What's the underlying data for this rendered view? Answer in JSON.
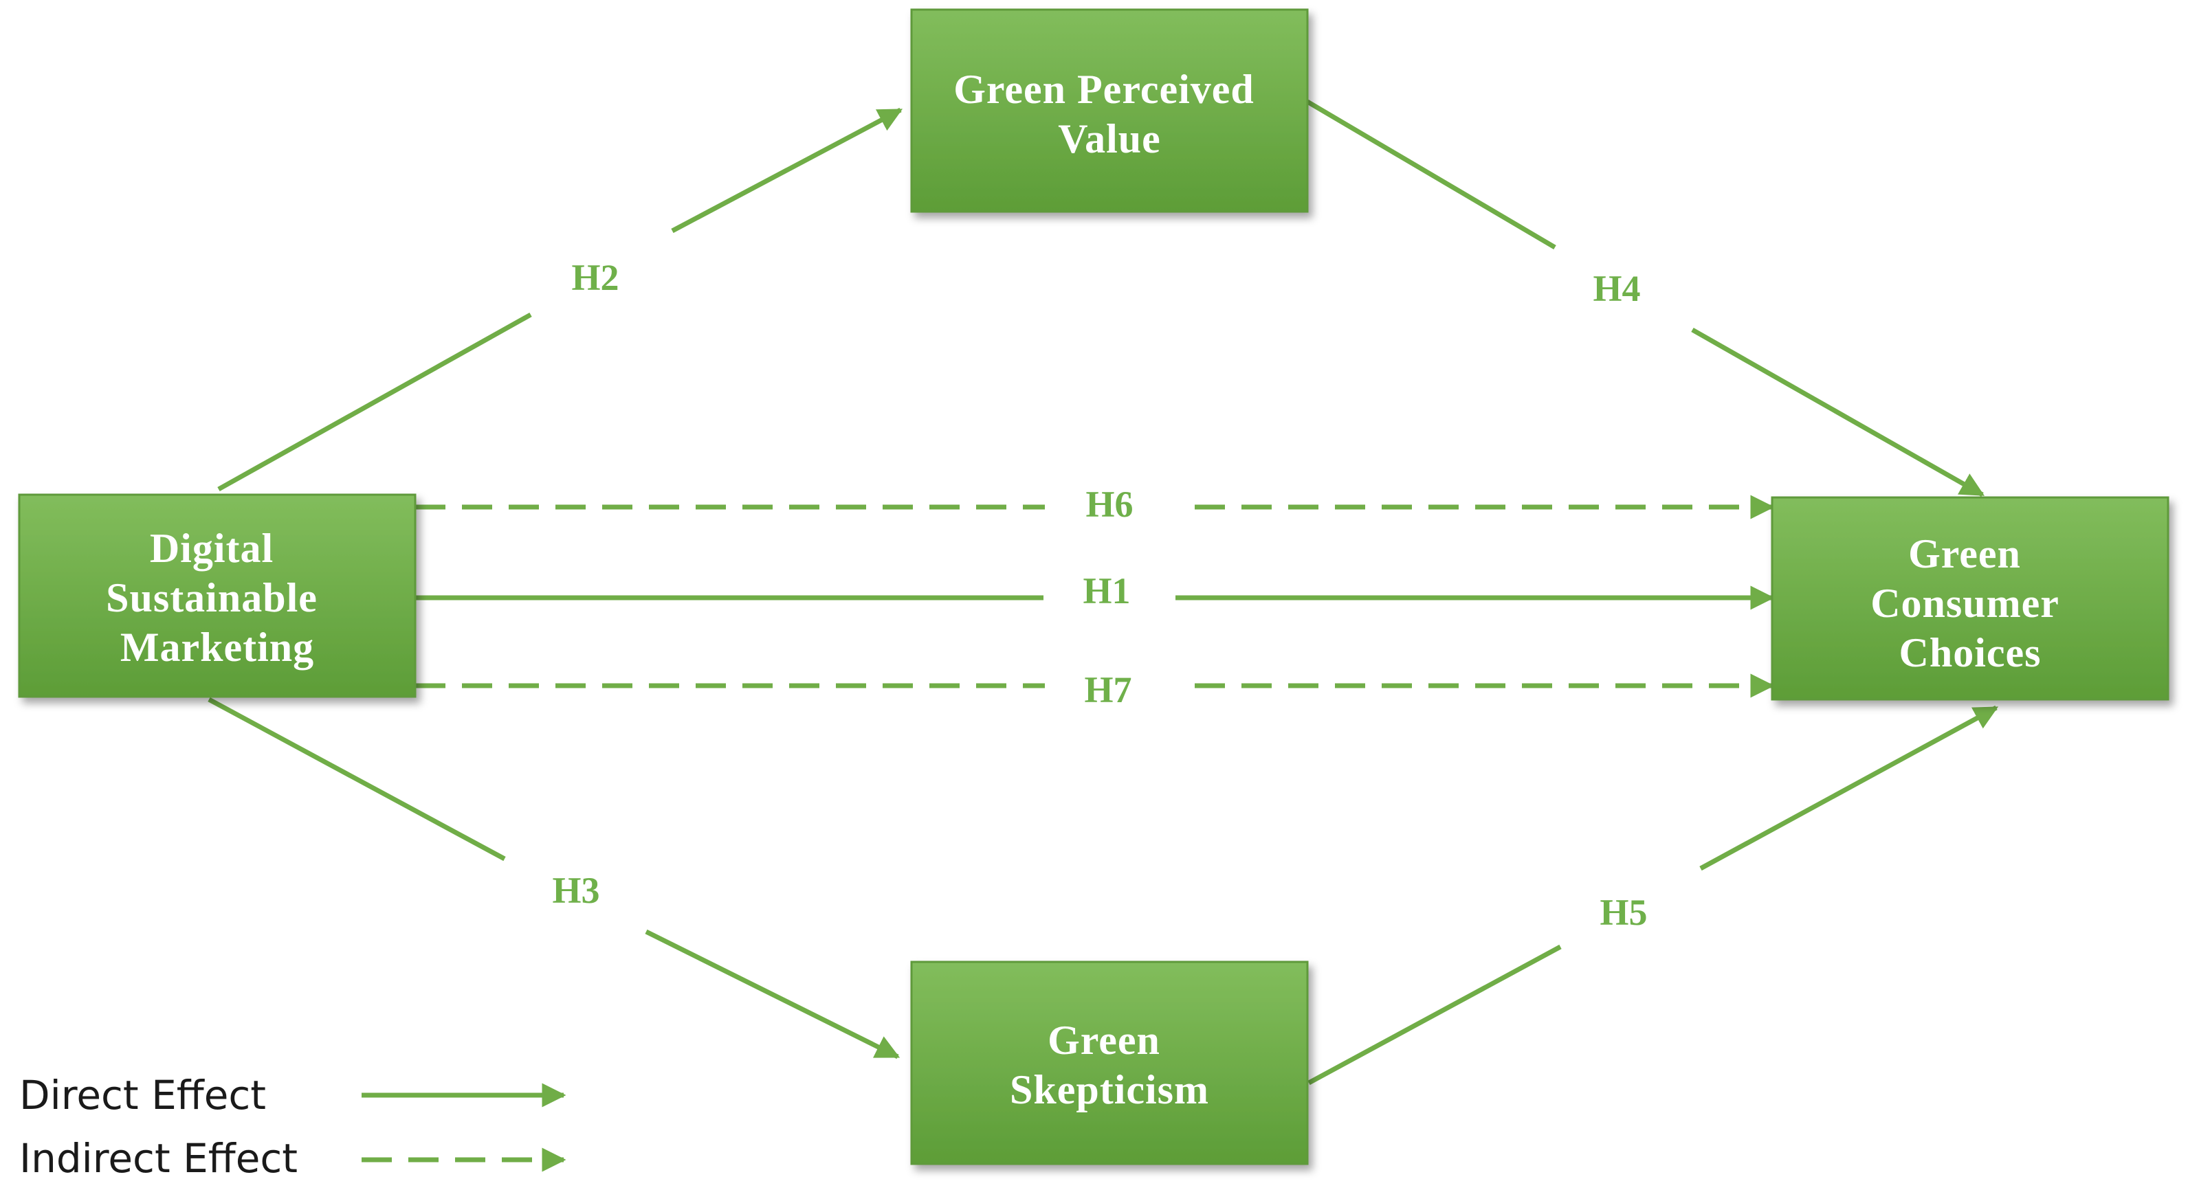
{
  "nodes": {
    "dsm": {
      "lines": [
        "Digital",
        "Sustainable",
        "Marketing"
      ]
    },
    "gpv": {
      "lines": [
        "Green Perceived",
        "Value"
      ]
    },
    "gs": {
      "lines": [
        "Green",
        "Skepticism"
      ]
    },
    "gcc": {
      "lines": [
        "Green",
        "Consumer",
        "Choices"
      ]
    }
  },
  "hypotheses": {
    "h1": "H1",
    "h2": "H2",
    "h3": "H3",
    "h4": "H4",
    "h5": "H5",
    "h6": "H6",
    "h7": "H7"
  },
  "legend": {
    "direct": "Direct Effect",
    "indirect": "Indirect Effect"
  },
  "colors": {
    "box_top": "#82bd5c",
    "box_bottom": "#5d9d37",
    "arrow": "#70ad47",
    "label": "#6fb04a"
  }
}
